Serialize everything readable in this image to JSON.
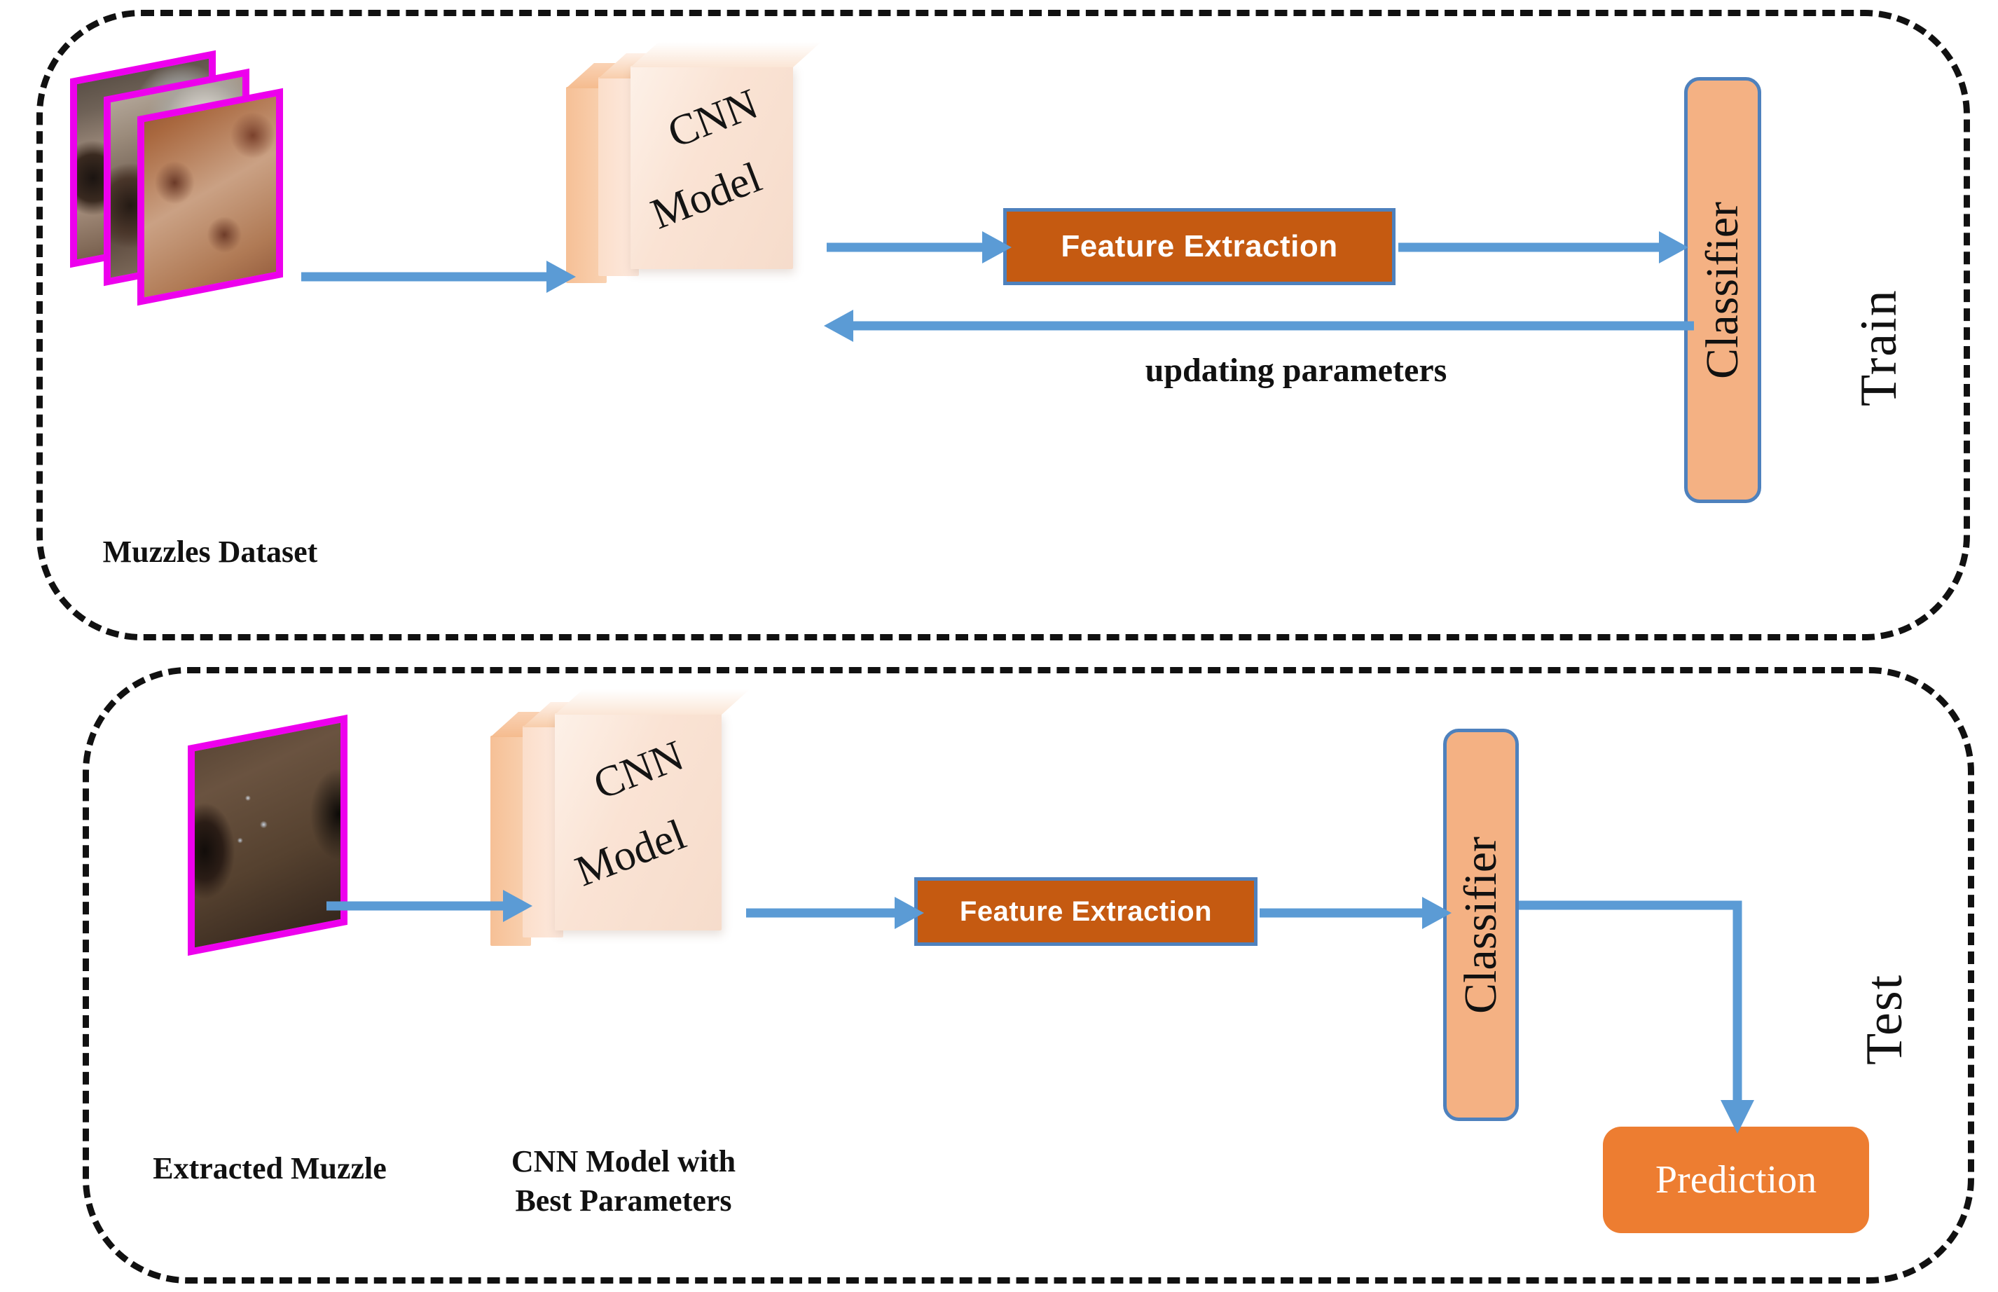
{
  "diagram": {
    "title": "CNN-based muzzle recognition train/test pipeline",
    "colors": {
      "arrow": "#5B9BD5",
      "feature_box_fill": "#C55A11",
      "feature_box_border": "#4E81BD",
      "classifier_fill": "#F4B183",
      "classifier_border": "#4E81BD",
      "prediction_fill": "#ED7D31",
      "photo_border": "#ED00ED",
      "panel_border": "#111111",
      "slab_front": "#FBE7DC",
      "slab_mid": "#FBDCC8",
      "slab_back": "#F7C396"
    }
  },
  "train": {
    "side_label": "Train",
    "dataset_caption": "Muzzles Dataset",
    "model_line1": "CNN",
    "model_line2": "Model",
    "feature_extraction_label": "Feature Extraction",
    "classifier_label": "Classifier",
    "feedback_label": "updating parameters"
  },
  "test": {
    "side_label": "Test",
    "input_caption": "Extracted Muzzle",
    "model_line1": "CNN",
    "model_line2": "Model",
    "model_caption": "CNN Model with\nBest Parameters",
    "feature_extraction_label": "Feature Extraction",
    "classifier_label": "Classifier",
    "prediction_label": "Prediction"
  }
}
